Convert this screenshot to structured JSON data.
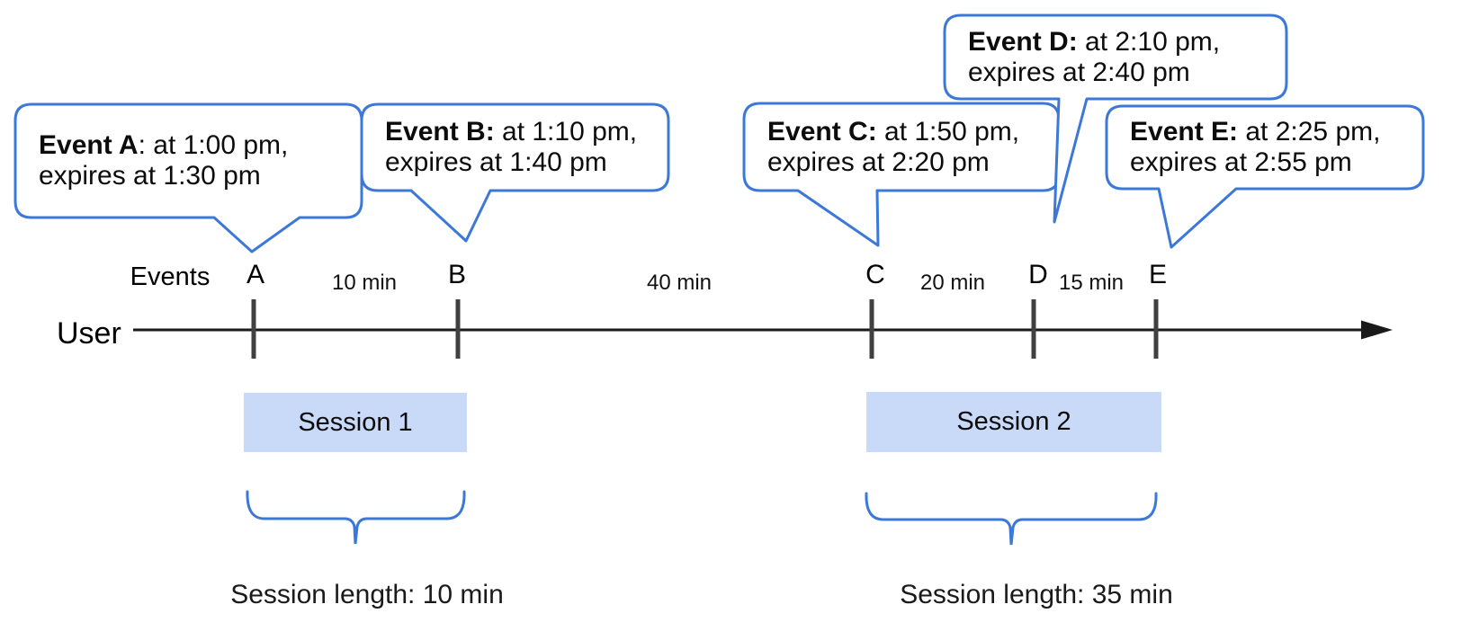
{
  "colors": {
    "bubble_border": "#3c78d8",
    "brace": "#3c78d8",
    "session_fill": "#c9daf8",
    "tick": "#404040",
    "arrow": "#1a1a1a",
    "text": "#000000"
  },
  "timeline": {
    "row_label": "Events",
    "axis_label": "User",
    "event_labels": [
      "A",
      "B",
      "C",
      "D",
      "E"
    ],
    "gaps": [
      "10 min",
      "40 min",
      "20 min",
      "15 min"
    ]
  },
  "bubbles": [
    {
      "bold": "Event A",
      "rest": ": at 1:00 pm,",
      "line2": "expires at 1:30 pm"
    },
    {
      "bold": "Event B:",
      "rest": " at 1:10 pm,",
      "line2": "expires at 1:40 pm"
    },
    {
      "bold": "Event C:",
      "rest": " at 1:50 pm,",
      "line2": "expires at 2:20 pm"
    },
    {
      "bold": "Event D:",
      "rest": " at 2:10 pm,",
      "line2": "expires at 2:40 pm"
    },
    {
      "bold": "Event E:",
      "rest": " at 2:25 pm,",
      "line2": "expires at 2:55 pm"
    }
  ],
  "sessions": [
    {
      "label": "Session 1",
      "length": "Session length: 10 min"
    },
    {
      "label": "Session 2",
      "length": "Session length: 35 min"
    }
  ]
}
